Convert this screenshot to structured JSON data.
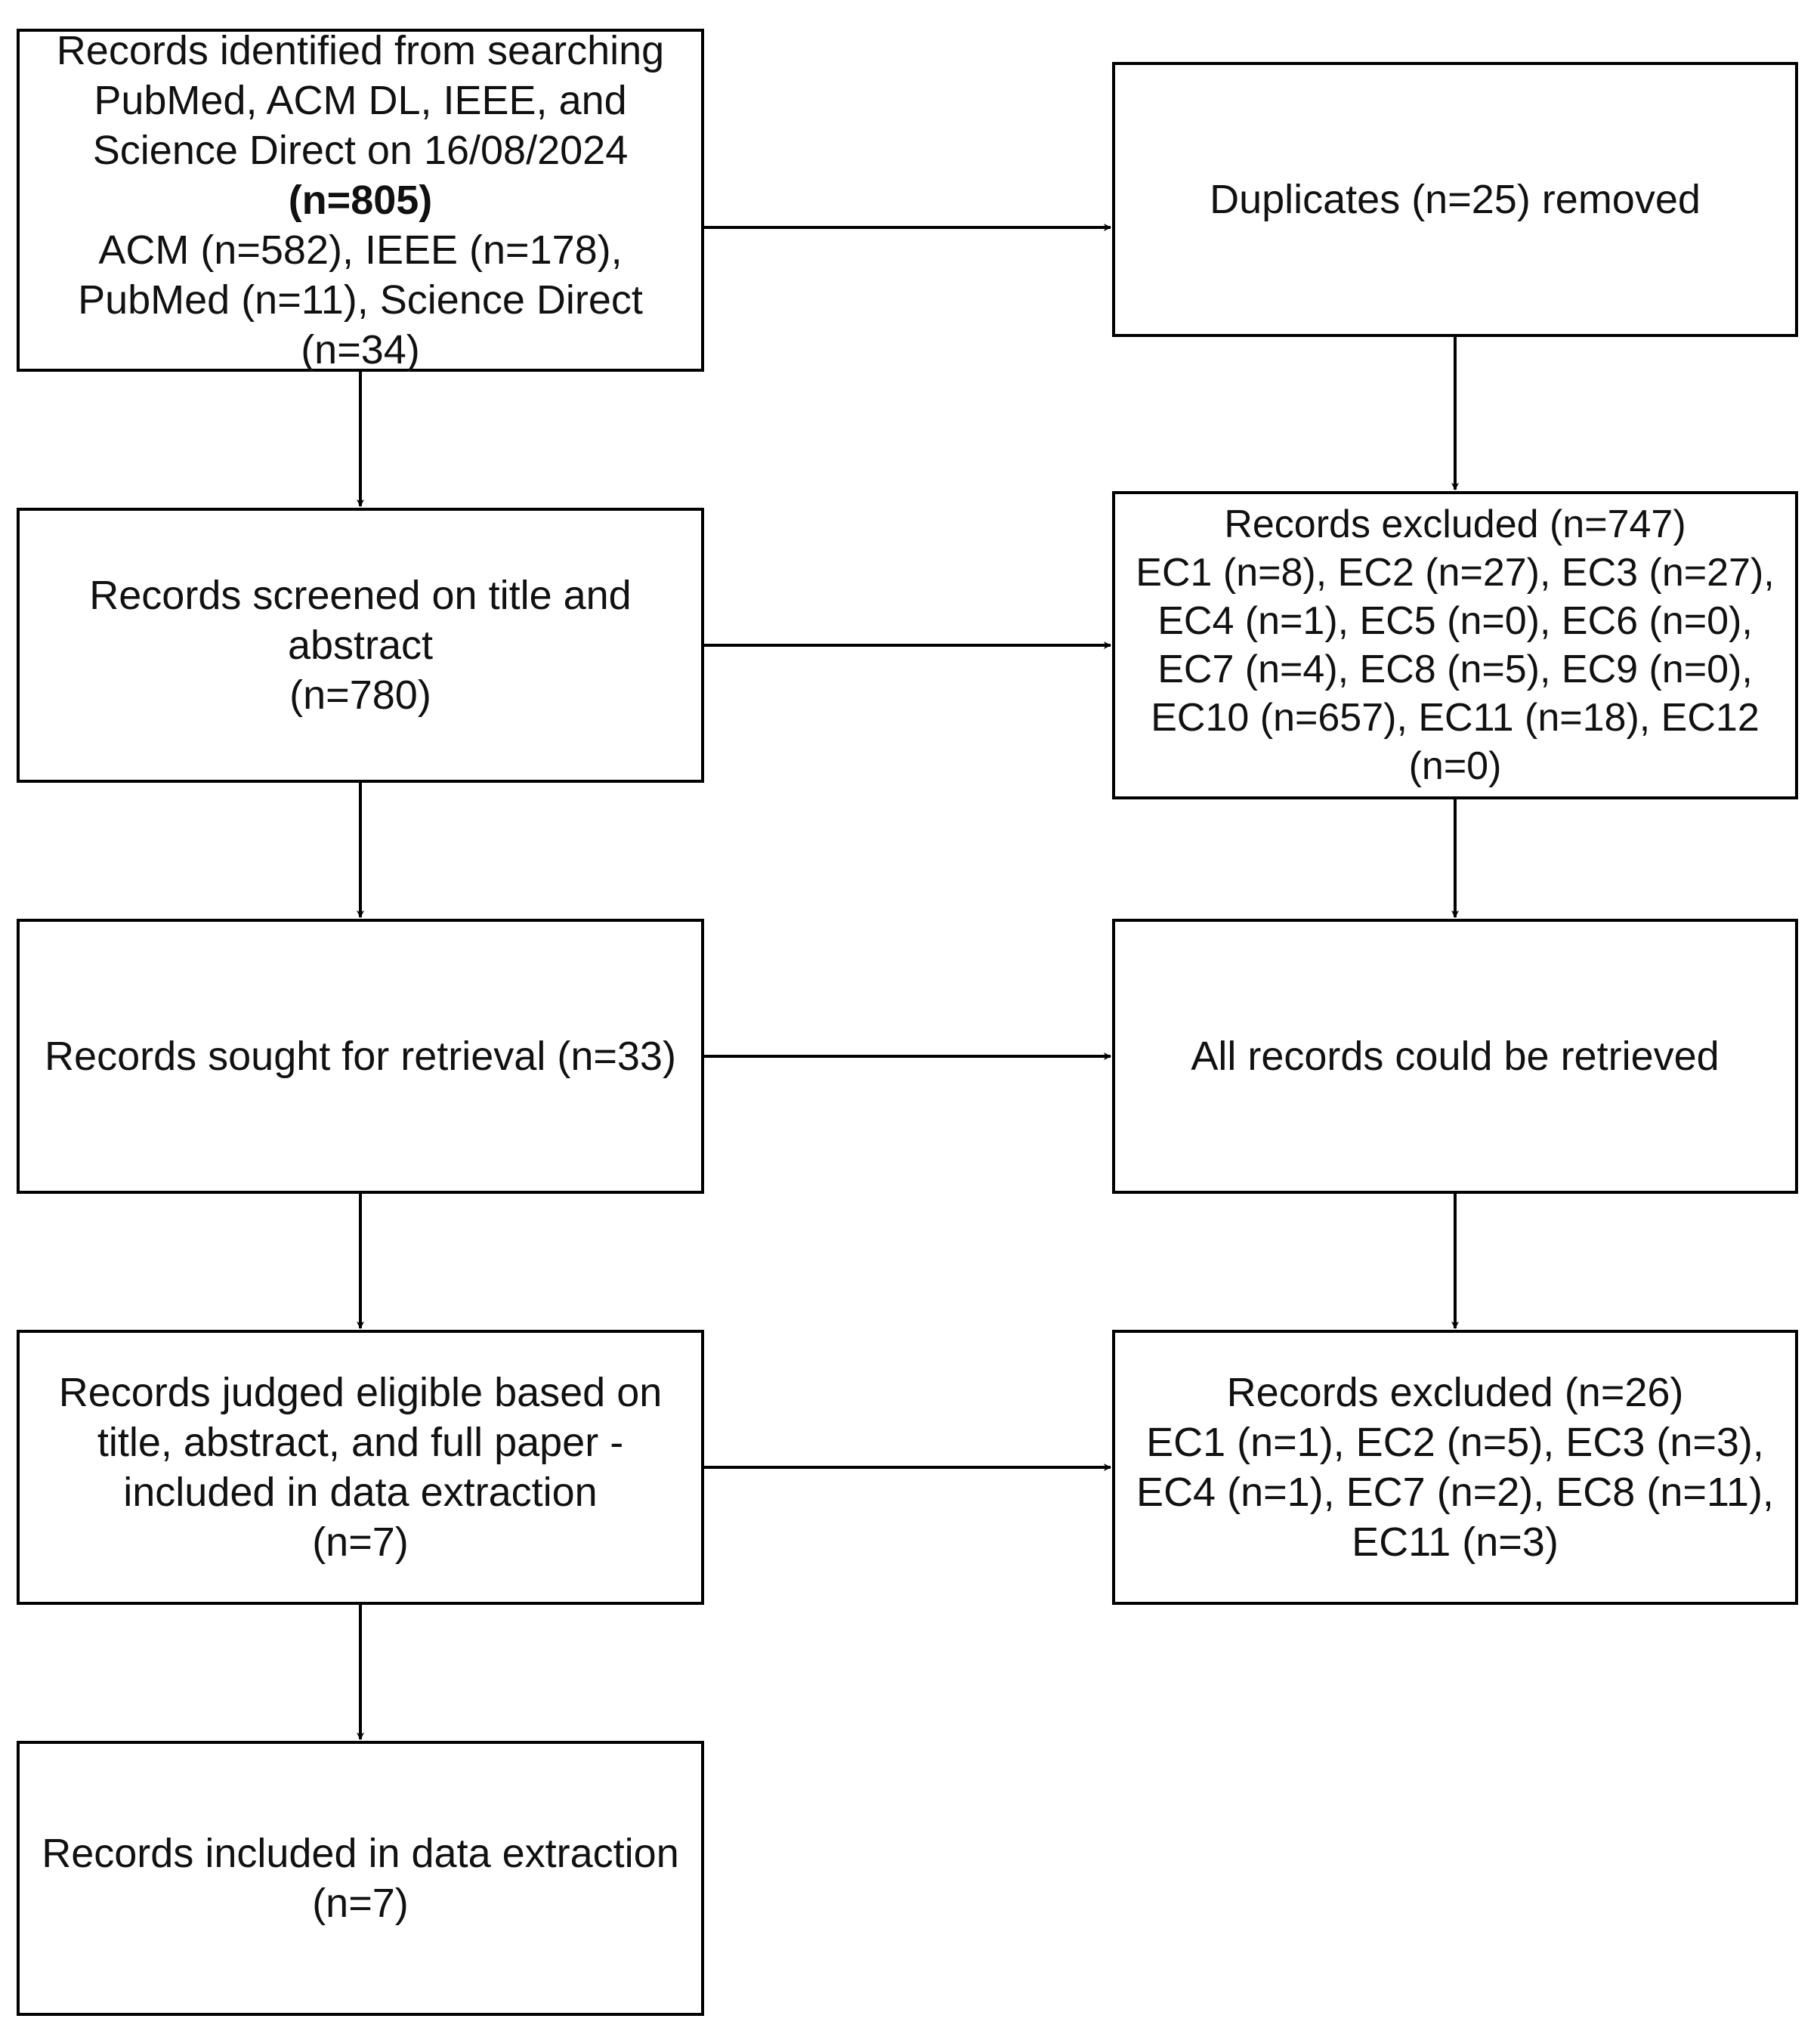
{
  "diagram": {
    "identified": {
      "lines": [
        "Records identified from searching",
        "PubMed, ACM DL, IEEE, and",
        "Science Direct on 16/08/2024"
      ],
      "count": "(n=805)",
      "breakdown": [
        "ACM (n=582), IEEE (n=178),",
        "PubMed (n=11), Science Direct",
        "(n=34)"
      ]
    },
    "duplicates": {
      "text": "Duplicates (n=25) removed"
    },
    "screened": {
      "lines": [
        "Records screened on title and",
        "abstract",
        "(n=780)"
      ]
    },
    "excluded_screening": {
      "lines": [
        "Records excluded (n=747)",
        "EC1 (n=8), EC2 (n=27), EC3 (n=27),",
        "EC4 (n=1), EC5 (n=0), EC6 (n=0),",
        "EC7 (n=4), EC8 (n=5), EC9 (n=0),",
        "EC10 (n=657), EC11 (n=18), EC12",
        "(n=0)"
      ]
    },
    "sought": {
      "text": "Records sought for retrieval (n=33)"
    },
    "retrieved": {
      "text": "All records could be retrieved"
    },
    "eligible": {
      "lines": [
        "Records judged eligible based on",
        "title, abstract, and full paper -",
        "included in data extraction",
        "(n=7)"
      ]
    },
    "excluded_fulltext": {
      "lines": [
        "Records excluded (n=26)",
        "EC1 (n=1), EC2 (n=5), EC3 (n=3),",
        "EC4 (n=1), EC7 (n=2), EC8 (n=11),",
        "EC11 (n=3)"
      ]
    },
    "included": {
      "lines": [
        "Records included in data extraction",
        "(n=7)"
      ]
    },
    "colors": {
      "border": "#000000",
      "text": "#111111",
      "background": "#ffffff"
    }
  }
}
